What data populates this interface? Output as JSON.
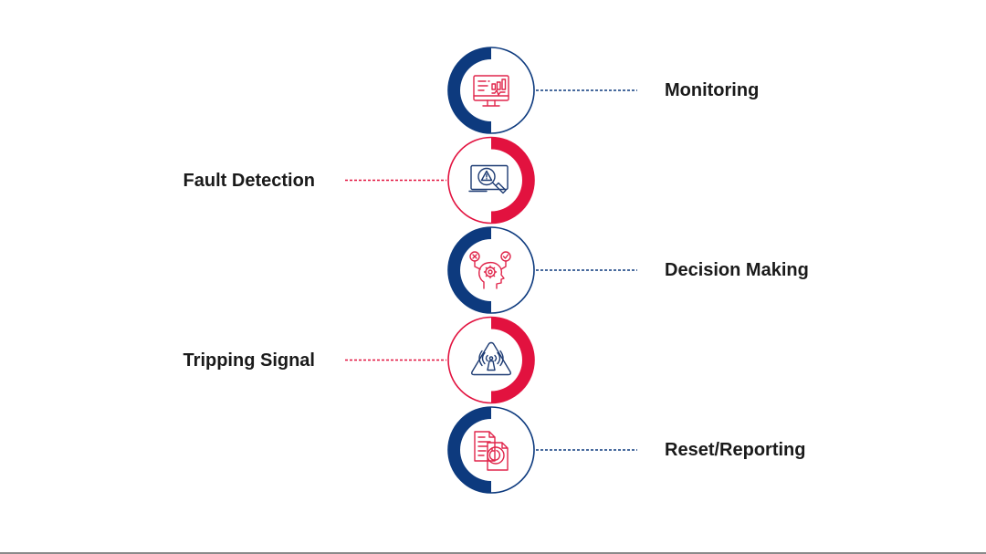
{
  "colors": {
    "navy": "#0d3a7e",
    "red": "#e2123f",
    "text": "#1a1a1a",
    "icon_red": "#e0254b",
    "icon_navy": "#1d3b73"
  },
  "steps": [
    {
      "label": "Monitoring",
      "side": "right",
      "theme": "navy",
      "icon": "monitor-analytics-icon"
    },
    {
      "label": "Fault Detection",
      "side": "left",
      "theme": "red",
      "icon": "fault-search-icon"
    },
    {
      "label": "Decision Making",
      "side": "right",
      "theme": "navy",
      "icon": "decision-head-gear-icon"
    },
    {
      "label": "Tripping Signal",
      "side": "left",
      "theme": "red",
      "icon": "warning-signal-icon"
    },
    {
      "label": "Reset/Reporting",
      "side": "right",
      "theme": "navy",
      "icon": "report-reset-icon"
    }
  ]
}
